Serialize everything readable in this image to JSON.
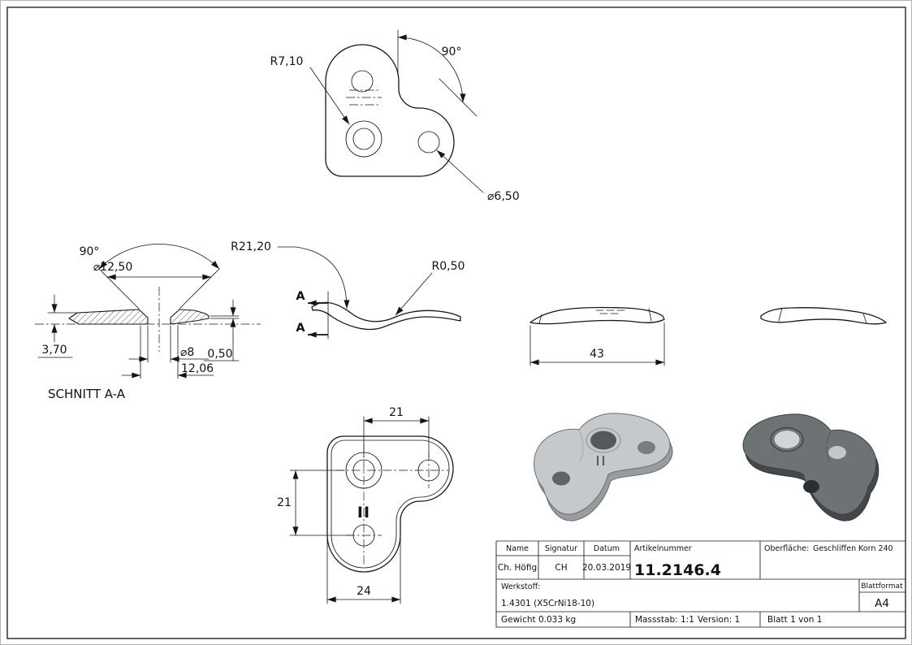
{
  "page": {
    "background": "#ffffff",
    "line_color": "#161616"
  },
  "views": {
    "top": {
      "radius": "R7,10",
      "angle": "90°",
      "diameter": "⌀6,50"
    },
    "section": {
      "title": "SCHNITT A-A",
      "angle": "90°",
      "csk_diameter": "⌀12,50",
      "thickness": "3,70",
      "hole_diameter": "⌀8",
      "edge_thickness": "0,50",
      "csk_width": "12,06"
    },
    "profile": {
      "radius_large": "R21,20",
      "radius_small": "R0,50",
      "cut_label_top": "A",
      "cut_label_bottom": "A"
    },
    "side": {
      "length": "43"
    },
    "front": {
      "hole_pitch_h": "21",
      "hole_pitch_v": "21",
      "width": "24",
      "mark": "II"
    }
  },
  "title_block": {
    "col_name": "Name",
    "col_signatur": "Signatur",
    "col_datum": "Datum",
    "col_artikelnummer": "Artikelnummer",
    "oberflaeche_label": "Oberfläche:",
    "oberflaeche_value": "Geschliffen Korn 240",
    "name": "Ch. Höfig",
    "signatur": "CH",
    "datum": "20.03.2019",
    "artikelnummer": "11.2146.4",
    "werkstoff_label": "Werkstoff:",
    "werkstoff_value": "1.4301 (X5CrNi18-10)",
    "blattformat_label": "Blattformat",
    "blattformat_value": "A4",
    "gewicht": "Gewicht 0.033 kg",
    "massstab": "Massstab: 1:1",
    "version": "Version: 1",
    "blatt": "Blatt 1 von 1"
  }
}
